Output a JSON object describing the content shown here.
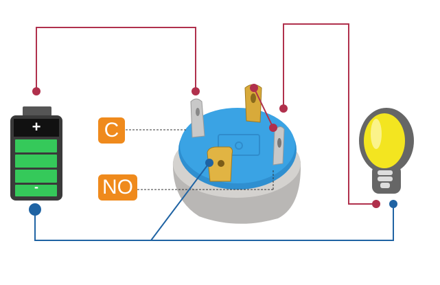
{
  "labels": {
    "common": "C",
    "normally_open": "NO"
  },
  "battery": {
    "plus": "+",
    "minus": "-",
    "charge_fraction": 1.0
  },
  "colors": {
    "wire_positive": "#b0304c",
    "wire_negative": "#1f63a3",
    "label_bg": "#ef8a1c",
    "battery_cell": "#35c95a",
    "switch_top": "#3aa0e0",
    "bulb": "#f3e520"
  }
}
